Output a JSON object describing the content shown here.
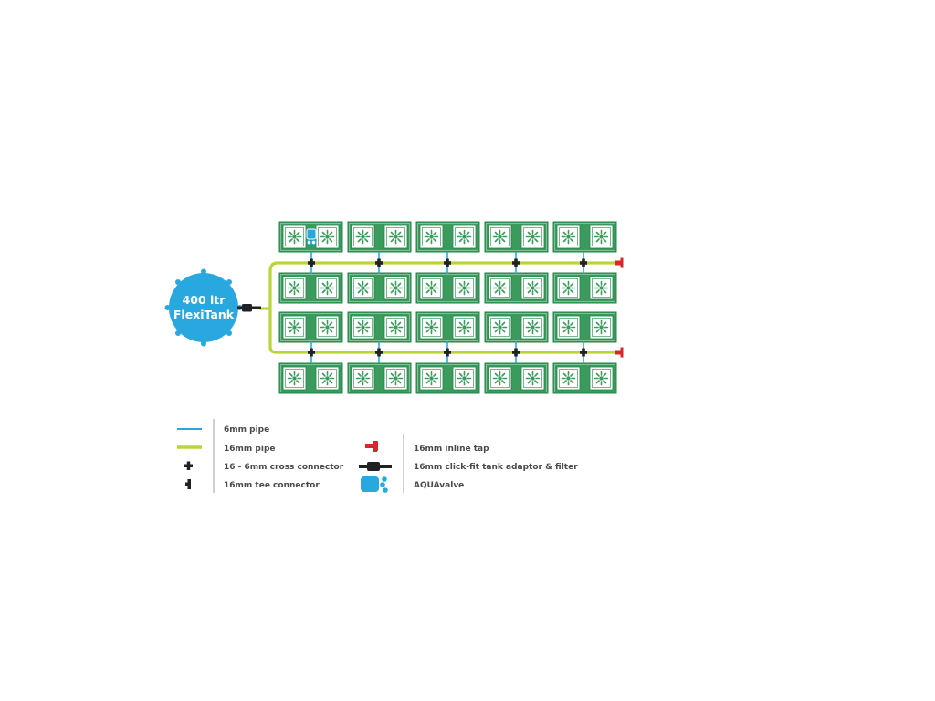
{
  "tank": {
    "label_line1": "400 ltr",
    "label_line2": "FlexiTank"
  },
  "colors": {
    "tray_green": "#3a9b5c",
    "tray_border": "#26834a",
    "pot_white": "#ffffff",
    "pipe_6mm": "#29a8e0",
    "pipe_16mm": "#bcd43a",
    "tank_blue": "#29a8e0",
    "connector_black": "#222222",
    "tap_red": "#d4282b",
    "text_gray": "#4a4a4a"
  },
  "layout": {
    "tray_rows": 4,
    "trays_per_row": 5,
    "pots_per_tray": 2,
    "pipe_lines": 2
  },
  "legend": {
    "left": [
      {
        "icon": "6mm-pipe-icon",
        "label": "6mm pipe"
      },
      {
        "icon": "16mm-pipe-icon",
        "label": "16mm pipe"
      },
      {
        "icon": "cross-connector-icon",
        "label": "16 - 6mm cross connector"
      },
      {
        "icon": "tee-connector-icon",
        "label": "16mm tee connector"
      }
    ],
    "right": [
      {
        "icon": "inline-tap-icon",
        "label": "16mm inline tap"
      },
      {
        "icon": "tank-adaptor-icon",
        "label": "16mm click-fit tank adaptor & filter"
      },
      {
        "icon": "aquavalve-icon",
        "label": "AQUAvalve"
      }
    ]
  }
}
